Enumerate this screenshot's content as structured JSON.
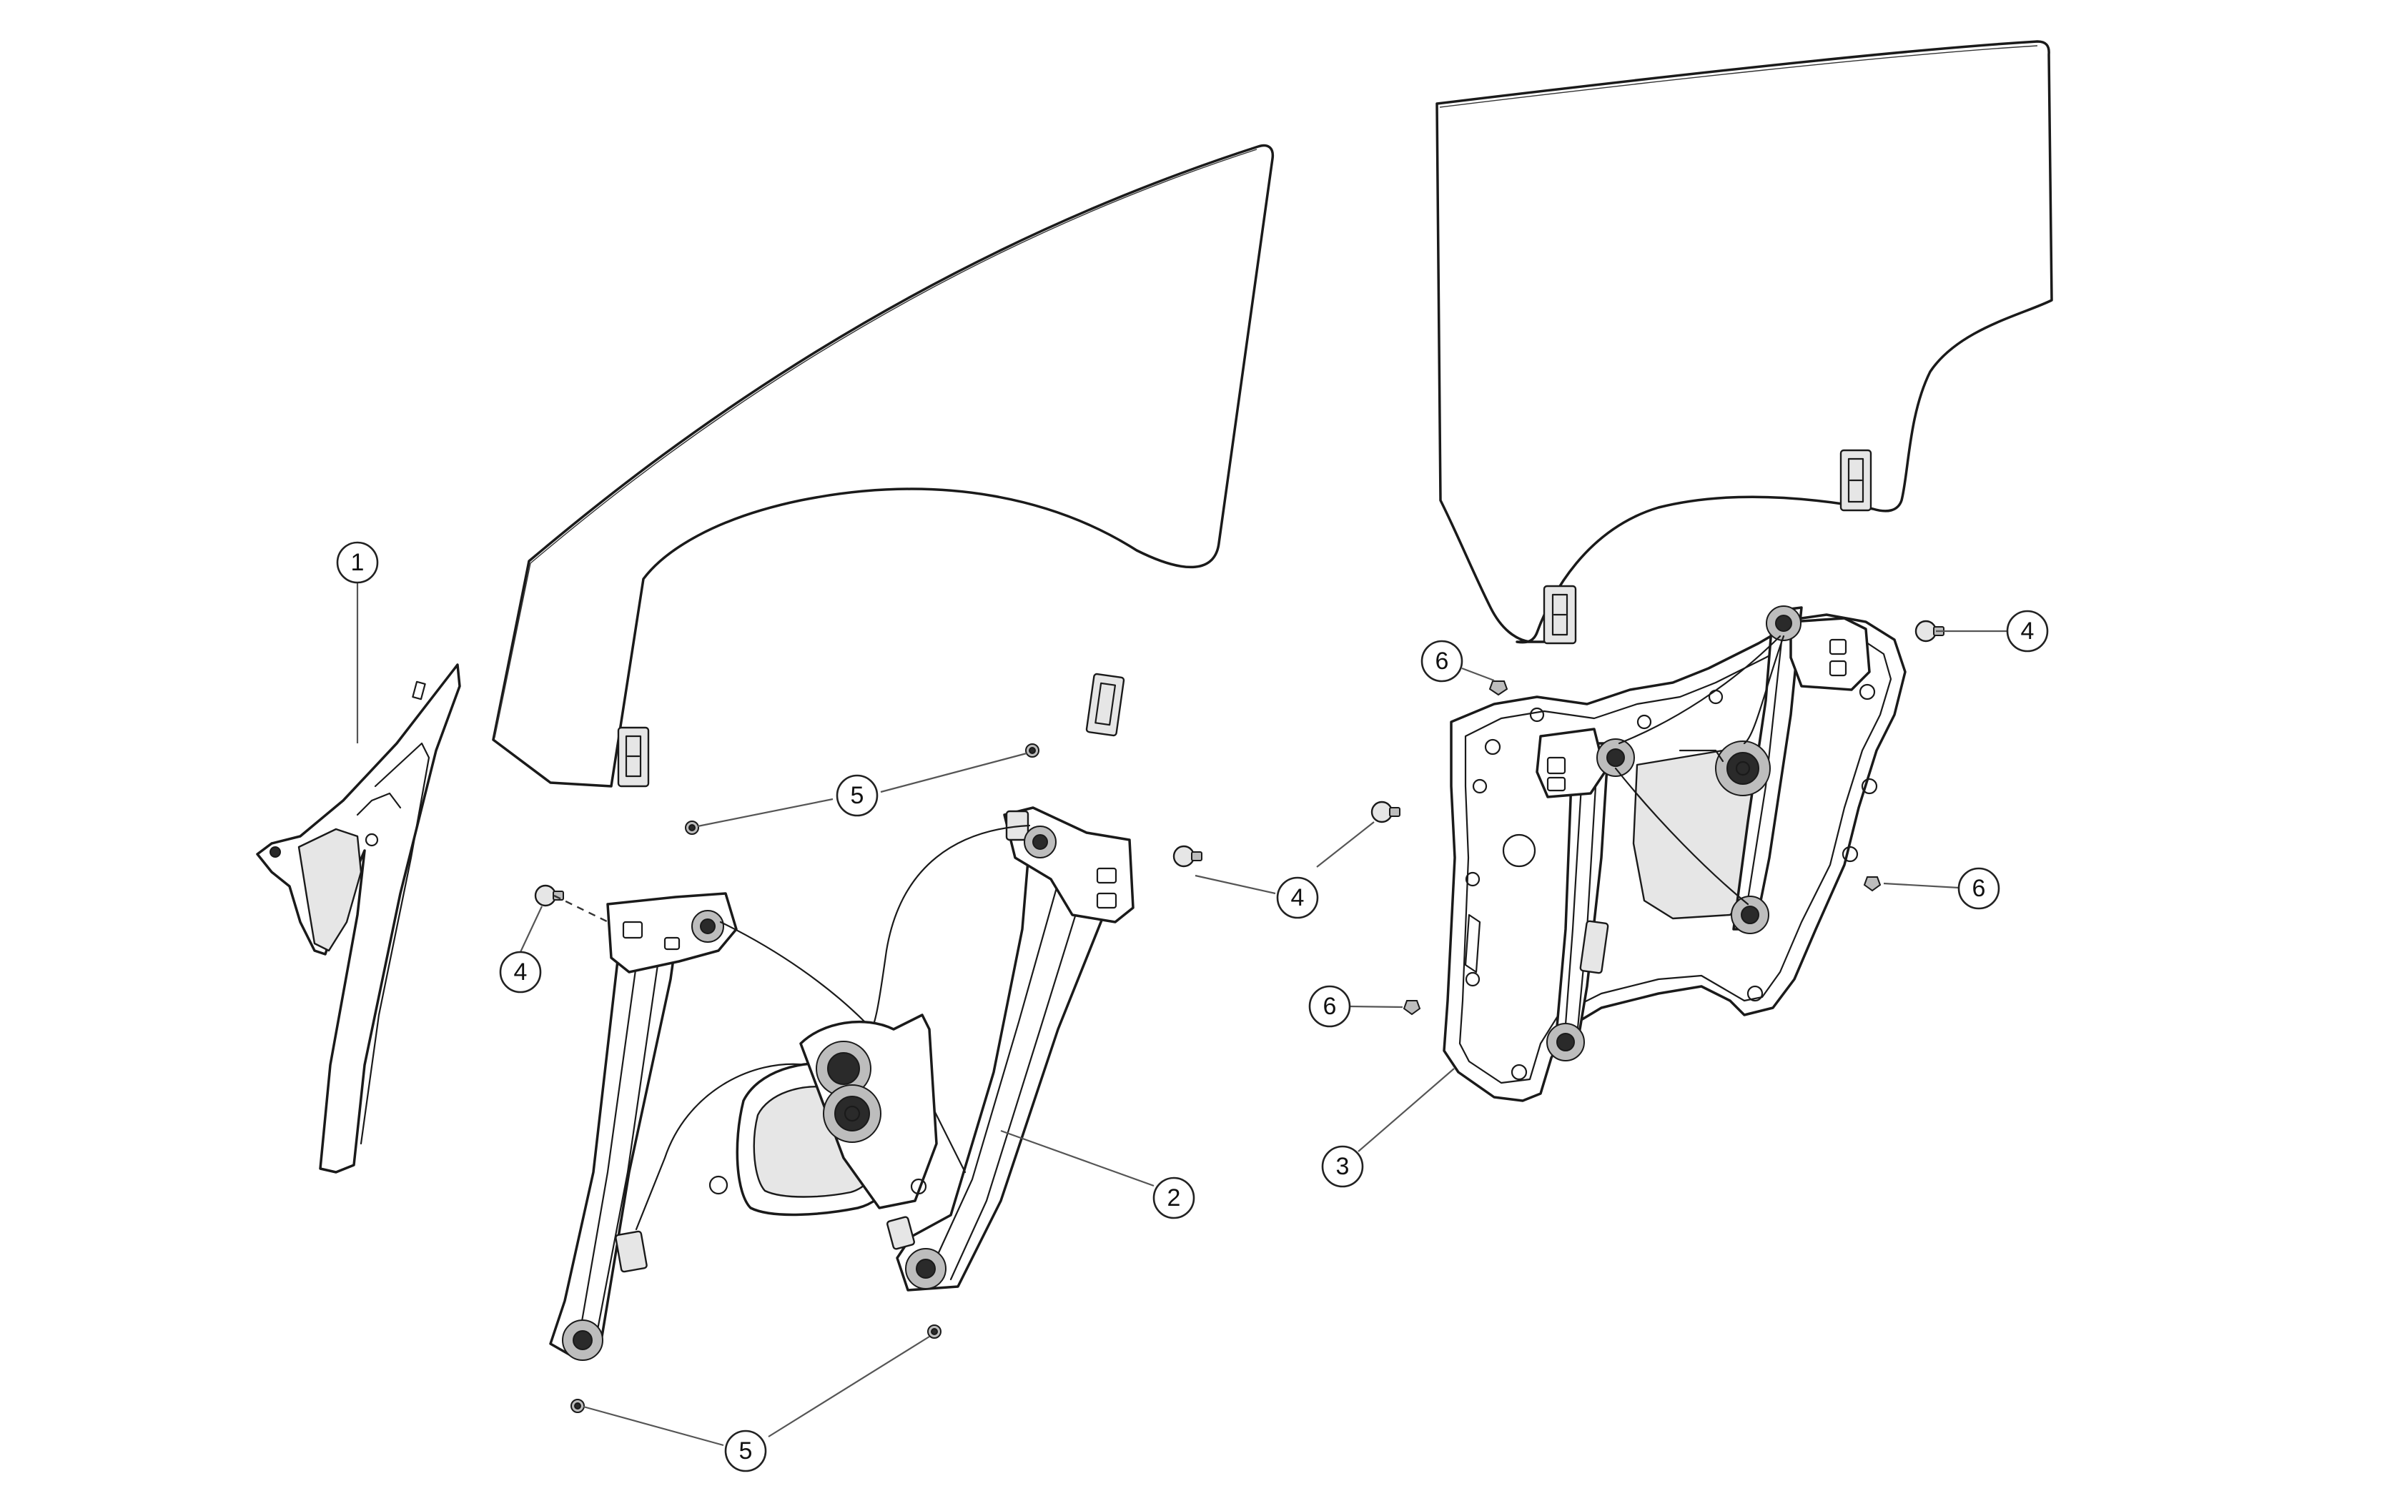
{
  "diagram": {
    "type": "exploded-parts-view",
    "callouts": [
      {
        "id": "c1",
        "label": "1"
      },
      {
        "id": "c2",
        "label": "2"
      },
      {
        "id": "c3",
        "label": "3"
      },
      {
        "id": "c4a",
        "label": "4"
      },
      {
        "id": "c4b",
        "label": "4"
      },
      {
        "id": "c4c",
        "label": "4"
      },
      {
        "id": "c5a",
        "label": "5"
      },
      {
        "id": "c5b",
        "label": "5"
      },
      {
        "id": "c6a",
        "label": "6"
      },
      {
        "id": "c6b",
        "label": "6"
      },
      {
        "id": "c6c",
        "label": "6"
      }
    ]
  }
}
